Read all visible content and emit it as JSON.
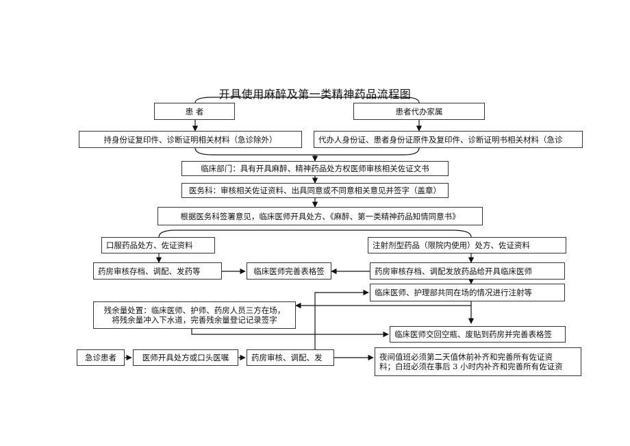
{
  "title": "开具使用麻醉及第一类精神药品流程图",
  "nodes": {
    "patient": "患 者",
    "family": "患者代办家属",
    "patient_docs": "持身份证复印件、诊断证明相关材料（急诊除外）",
    "family_docs": "代办人身份证、患者身份证原件及复印件、诊断证明书相关材料（急诊",
    "clinical_dept": "临床部门：具有开具麻醉、精神药品处方权医师审核相关佐证文书",
    "medical_affairs": "医务科：审核相关佐证资料、出具同意或不同意相关意见并签字（盖章）",
    "prescribe": "根据医务科签署意见，临床医师开具处方、《麻醉、第一类精神药品知情同意书》",
    "oral": "口服药品处方、佐证资料",
    "injection": "注射剂型药品（限院内使用）处方、佐证资料",
    "pharmacy_oral": "药房审核存档、调配、发药等",
    "physician_form": "临床医师完善表格签",
    "pharmacy_inj": "药房审核存档、调配发放药品给开具临床医师",
    "co_injection": "临床医师、护理部共同在场的情况进行注射等",
    "residual_line1": "残余量处置：临床医师、护师、药房人员三方在场，",
    "residual_line2": "将残余量冲入下水道，完善残余量登记记录签字",
    "return_vials": "临床医师交回空瓶、废贴到药房并完善表格签",
    "emergency": "急诊患者",
    "emergency_rx": "医师开具处方或口头医嘱",
    "pharmacy_em": "药房审核、调配、发",
    "night_line1": "夜间值班必须第二天值休前补齐和完善所有佐证资",
    "night_line2": "料；白班必须在事后 3 小时内补齐和完善所有佐证资"
  }
}
